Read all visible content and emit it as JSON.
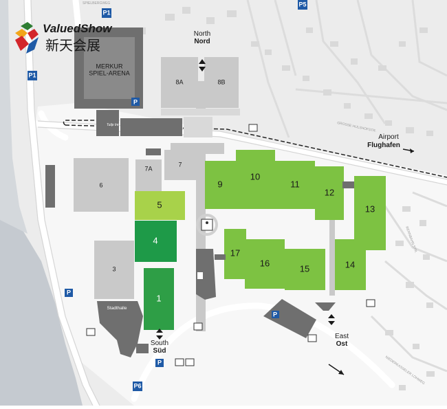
{
  "brand": {
    "name": "ValuedShow",
    "chinese": "新天会展",
    "colors": [
      "#2e7d32",
      "#d3262b",
      "#1f5aa6",
      "#f2a51a"
    ]
  },
  "halls": {
    "h1": "1",
    "h3": "3",
    "h4": "4",
    "h5": "5",
    "h6": "6",
    "h7": "7",
    "h7a": "7A",
    "h8a": "8A",
    "h8b": "8B",
    "h9": "9",
    "h10": "10",
    "h11": "11",
    "h12": "12",
    "h13": "13",
    "h14": "14",
    "h15": "15",
    "h16": "16",
    "h17": "17"
  },
  "venues": {
    "arena_line1": "MERKUR",
    "arena_line2": "SPIEL-ARENA",
    "stadthalle": "Stadthalle",
    "hotel": "Tulip Inn"
  },
  "entrances": {
    "north_en": "North",
    "north_de": "Nord",
    "south_en": "South",
    "south_de": "Süd",
    "east_en": "East",
    "east_de": "Ost"
  },
  "airport": {
    "en": "Airport",
    "de": "Flughafen"
  },
  "parking": {
    "p1": "P1",
    "p5": "P5",
    "p6": "P6",
    "p_letter": "P",
    "p_marker_main": "P"
  },
  "streets": {
    "spielberg": "SPIELBERGWEG",
    "hulshof": "GROSSE HULSHOFSTR.",
    "rennbahn": "RENNBAHN STR.",
    "niederkasseler": "NIEDERKASSELER LOHWEG"
  },
  "colors": {
    "hall_green": "#7dc242",
    "hall_lime": "#a8d24a",
    "hall_dark": "#1e9a48",
    "hall_mid": "#2e9e46",
    "hall_grey": "#c9c9c9",
    "building_dark": "#6f6f6f",
    "water": "#c7ccd1",
    "land": "#eaeaea",
    "parking": "#1f5aa6"
  }
}
